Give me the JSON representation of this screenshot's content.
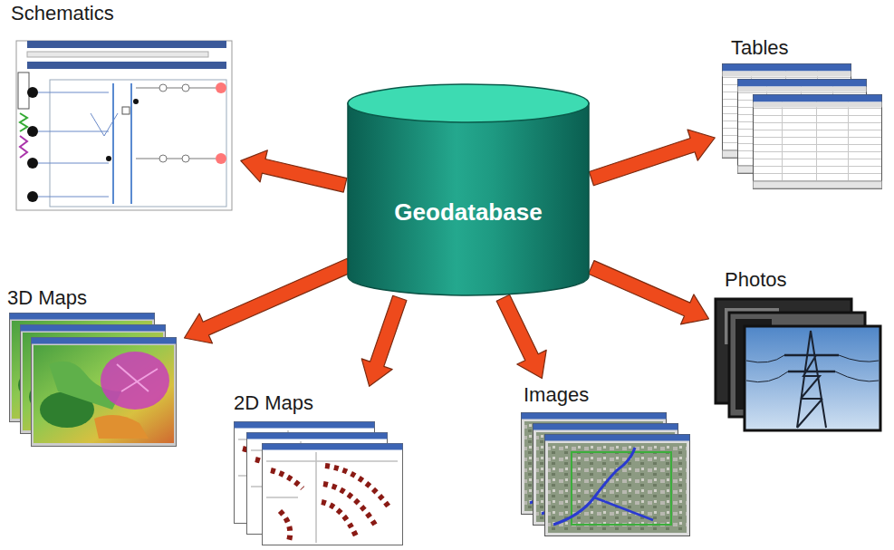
{
  "diagram": {
    "nodes": [
      {
        "text": [
          "Schematics"
        ]
      },
      {
        "text": [
          "Tables"
        ]
      },
      {
        "text": [
          "Geodatabase"
        ]
      },
      {
        "text": [
          "3D Maps"
        ]
      },
      {
        "text": [
          "Photos"
        ]
      },
      {
        "text": [
          "2D Maps"
        ]
      },
      {
        "text": [
          "Images"
        ]
      }
    ],
    "edges": [
      {
        "from": 2,
        "to": 0,
        "arrow": "to"
      },
      {
        "from": 2,
        "to": 1,
        "arrow": "to"
      },
      {
        "from": 2,
        "to": 3,
        "arrow": "to"
      },
      {
        "from": 2,
        "to": 4,
        "arrow": "to"
      },
      {
        "from": 2,
        "to": 5,
        "arrow": "to"
      },
      {
        "from": 2,
        "to": 6,
        "arrow": "to"
      }
    ]
  }
}
